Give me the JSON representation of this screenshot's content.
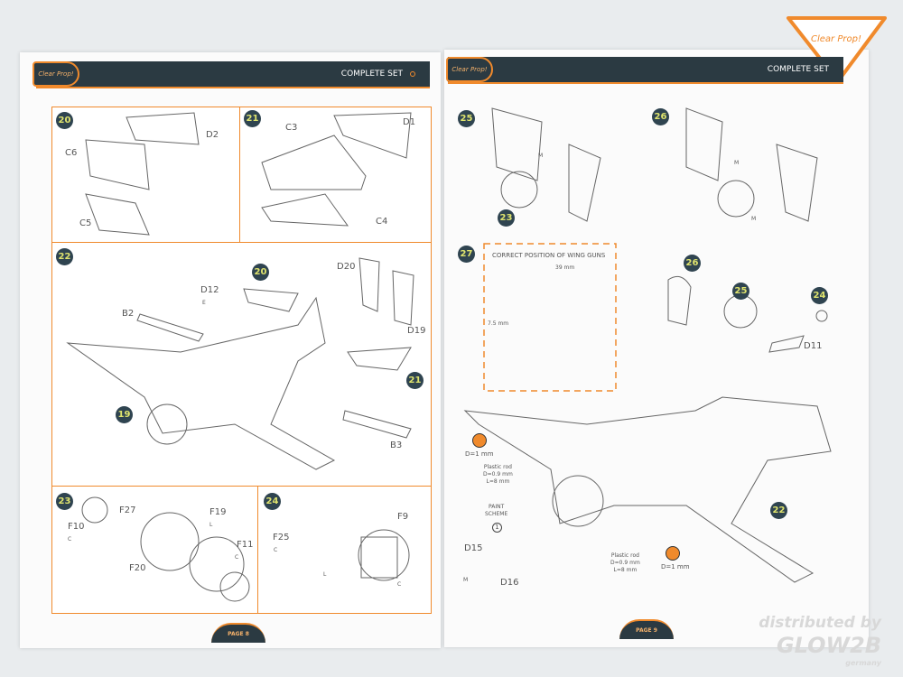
{
  "brand": "Clear Prop!",
  "left_page": {
    "header": "COMPLETE SET",
    "page_label": "PAGE 8",
    "steps": {
      "s20": {
        "number": "20",
        "parts": [
          "D2",
          "C6",
          "C5"
        ]
      },
      "s21": {
        "number": "21",
        "parts": [
          "C3",
          "D1",
          "C4"
        ]
      },
      "s22": {
        "number": "22",
        "parts": [
          "D20",
          "D12",
          "B2",
          "D19",
          "B3"
        ],
        "refs": [
          "20",
          "21",
          "19"
        ],
        "small": "E"
      },
      "s23": {
        "number": "23",
        "parts": [
          "F27",
          "F10",
          "F19",
          "F11",
          "F20"
        ],
        "codes": [
          "C",
          "L",
          "C"
        ]
      },
      "s24": {
        "number": "24",
        "parts": [
          "F9",
          "F25"
        ],
        "codes": [
          "C",
          "L",
          "C"
        ]
      }
    }
  },
  "right_page": {
    "header": "COMPLETE SET",
    "page_label": "PAGE 9",
    "steps": {
      "s25": {
        "number": "25",
        "code": "M",
        "ref": "23"
      },
      "s26": {
        "number": "26",
        "code1": "M",
        "code2": "M"
      },
      "s27": {
        "number": "27",
        "inset_title": "CORRECT POSITION OF WING GUNS",
        "dim1": "39 mm",
        "dim2": "7.5 mm",
        "refs": [
          "26",
          "25",
          "24",
          "22"
        ],
        "parts": [
          "D11",
          "D15",
          "D16"
        ],
        "drill1": "D=1 mm",
        "drill2": "D=1 mm",
        "rod1": [
          "Plastic rod",
          "D=0.9 mm",
          "L=8 mm"
        ],
        "rod2": [
          "Plastic rod",
          "D=0.9 mm",
          "L=8 mm"
        ],
        "paint": [
          "PAINT",
          "SCHEME"
        ],
        "paint_num": "1",
        "code": "M"
      }
    }
  },
  "watermark": {
    "line1": "distributed by",
    "line2": "GLOW2B",
    "line3": "germany"
  }
}
